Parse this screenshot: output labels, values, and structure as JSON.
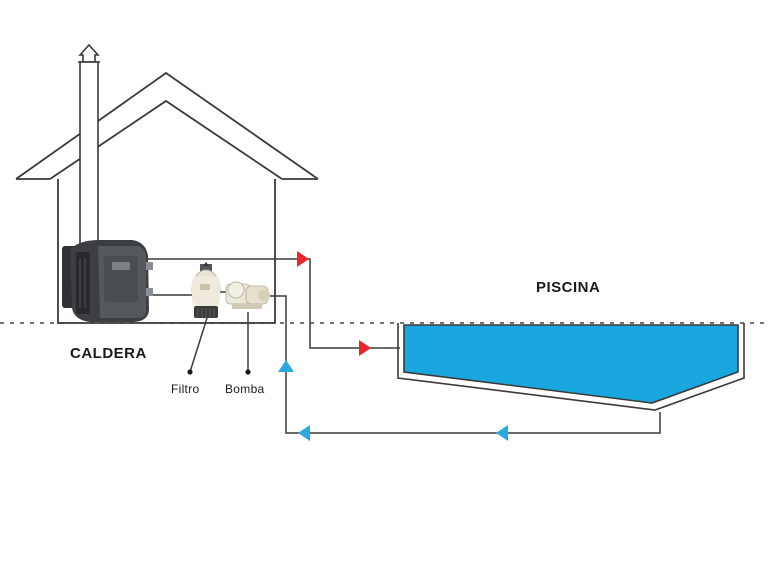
{
  "labels": {
    "caldera": "CALDERA",
    "piscina": "PISCINA",
    "filtro": "Filtro",
    "bomba": "Bomba"
  },
  "colors": {
    "outline": "#3a3a3a",
    "pool_water": "#1aa7e0",
    "hot_arrow": "#e8262b",
    "cold_arrow": "#2aa8e0",
    "ground_line": "#444444"
  },
  "icons": {
    "heater": "boiler-heater-icon",
    "filter": "sand-filter-icon",
    "pump": "pool-pump-icon"
  }
}
